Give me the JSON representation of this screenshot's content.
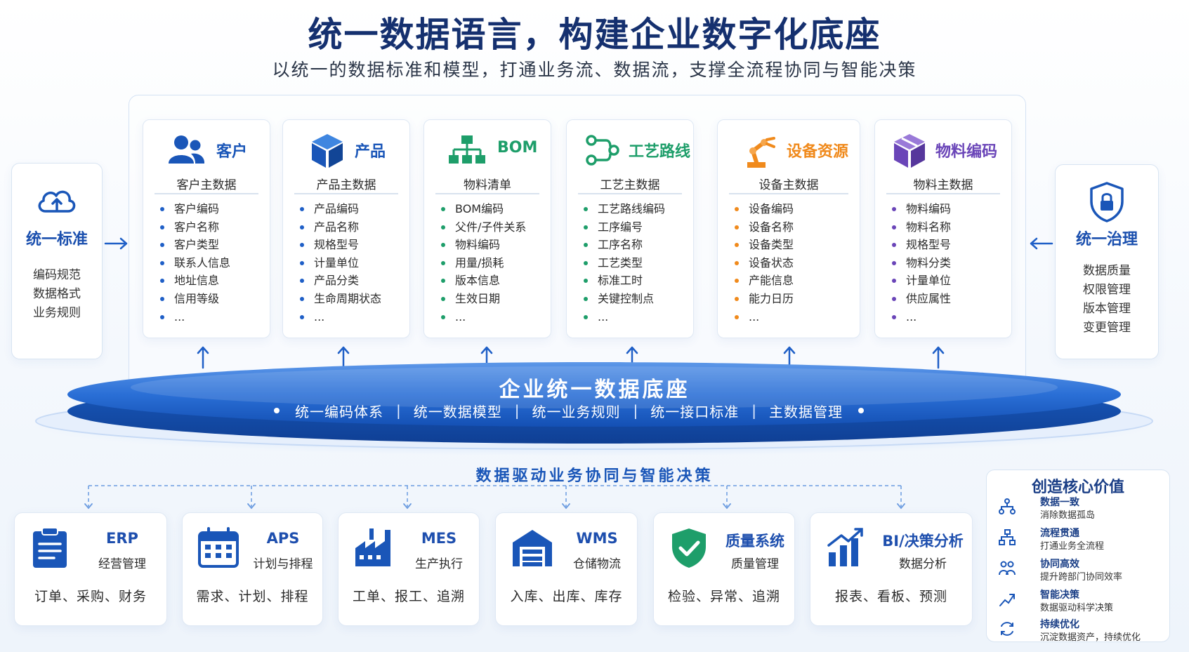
{
  "header": {
    "title": "统一数据语言，构建企业数字化底座",
    "subtitle": "以统一的数据标准和模型，打通业务流、数据流，支撑全流程协同与智能决策"
  },
  "left_panel": {
    "title": "统一标准",
    "items": [
      "编码规范",
      "数据格式",
      "业务规则"
    ],
    "icon": "cloud-upload-icon"
  },
  "right_panel": {
    "title": "统一治理",
    "items": [
      "数据质量",
      "权限管理",
      "版本管理",
      "变更管理"
    ],
    "icon": "shield-lock-icon"
  },
  "cards": [
    {
      "title": "客户",
      "subtitle": "客户主数据",
      "color": "#1f5fc7",
      "icon": "users-icon",
      "items": [
        "客户编码",
        "客户名称",
        "客户类型",
        "联系人信息",
        "地址信息",
        "信用等级",
        "..."
      ]
    },
    {
      "title": "产品",
      "subtitle": "产品主数据",
      "color": "#1f5fc7",
      "icon": "cube-icon",
      "items": [
        "产品编码",
        "产品名称",
        "规格型号",
        "计量单位",
        "产品分类",
        "生命周期状态",
        "..."
      ]
    },
    {
      "title": "BOM",
      "subtitle": "物料清单",
      "color": "#1e9e6a",
      "icon": "hierarchy-icon",
      "items": [
        "BOM编码",
        "父件/子件关系",
        "物料编码",
        "用量/损耗",
        "版本信息",
        "生效日期",
        "..."
      ]
    },
    {
      "title": "工艺路线",
      "subtitle": "工艺主数据",
      "color": "#1e9e6a",
      "icon": "route-icon",
      "items": [
        "工艺路线编码",
        "工序编号",
        "工序名称",
        "工艺类型",
        "标准工时",
        "关键控制点",
        "..."
      ]
    },
    {
      "title": "设备资源",
      "subtitle": "设备主数据",
      "color": "#f08a1c",
      "icon": "robot-arm-icon",
      "items": [
        "设备编码",
        "设备名称",
        "设备类型",
        "设备状态",
        "产能信息",
        "能力日历",
        "..."
      ]
    },
    {
      "title": "物料编码",
      "subtitle": "物料主数据",
      "color": "#6a45b8",
      "icon": "box-icon",
      "items": [
        "物料编码",
        "物料名称",
        "规格型号",
        "物料分类",
        "计量单位",
        "供应属性",
        "..."
      ]
    }
  ],
  "platform": {
    "title": "企业统一数据底座",
    "items": [
      "统一编码体系",
      "统一数据模型",
      "统一业务规则",
      "统一接口标准",
      "主数据管理"
    ]
  },
  "drive_title": "数据驱动业务协同与智能决策",
  "systems": [
    {
      "name": "ERP",
      "desc": "经营管理",
      "functions": "订单、采购、财务",
      "icon": "clipboard-icon"
    },
    {
      "name": "APS",
      "desc": "计划与排程",
      "functions": "需求、计划、排程",
      "icon": "calendar-icon"
    },
    {
      "name": "MES",
      "desc": "生产执行",
      "functions": "工单、报工、追溯",
      "icon": "factory-icon"
    },
    {
      "name": "WMS",
      "desc": "仓储物流",
      "functions": "入库、出库、库存",
      "icon": "warehouse-icon"
    },
    {
      "name": "质量系统",
      "desc": "质量管理",
      "functions": "检验、异常、追溯",
      "icon": "shield-check-icon"
    },
    {
      "name": "BI/决策分析",
      "desc": "数据分析",
      "functions": "报表、看板、预测",
      "icon": "bar-chart-icon"
    }
  ],
  "value": {
    "title": "创造核心价值",
    "items": [
      {
        "title": "数据一致",
        "desc": "消除数据孤岛",
        "icon": "network-icon"
      },
      {
        "title": "流程贯通",
        "desc": "打通业务全流程",
        "icon": "flow-icon"
      },
      {
        "title": "协同高效",
        "desc": "提升跨部门协同效率",
        "icon": "team-icon"
      },
      {
        "title": "智能决策",
        "desc": "数据驱动科学决策",
        "icon": "trend-icon"
      },
      {
        "title": "持续优化",
        "desc": "沉淀数据资产，持续优化",
        "icon": "cycle-icon"
      }
    ]
  }
}
